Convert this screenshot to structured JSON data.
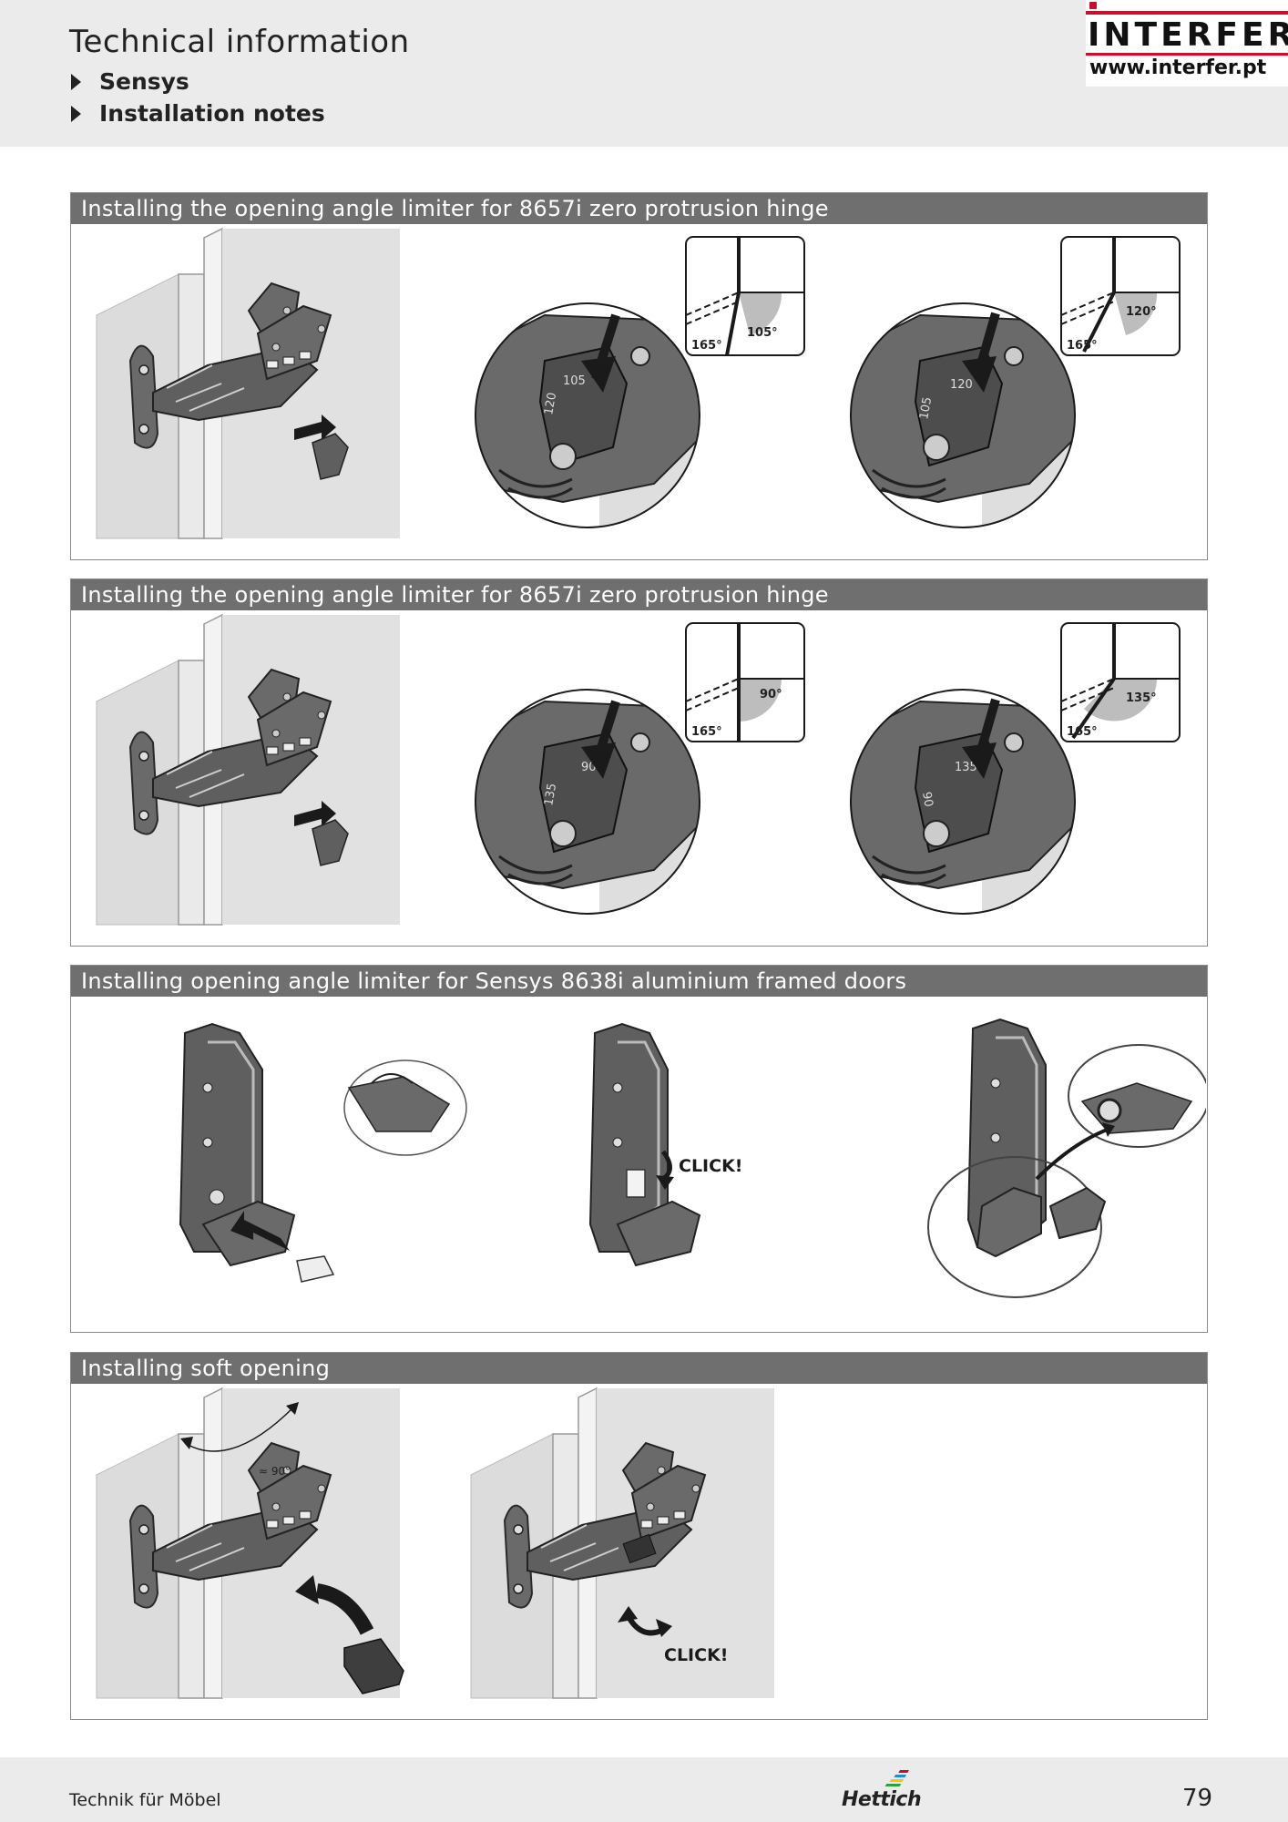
{
  "header": {
    "title": "Technical information",
    "breadcrumb": [
      "Sensys",
      "Installation notes"
    ],
    "logo": {
      "name": "INTERFER",
      "url": "www.interfer.pt"
    }
  },
  "sections": [
    {
      "title": "Installing the opening angle limiter for 8657i zero protrusion hinge",
      "angles_left": {
        "max": "105°",
        "total": "165°",
        "limiter_label_a": "105",
        "limiter_label_b": "120"
      },
      "angles_right": {
        "max": "120°",
        "total": "165°",
        "limiter_label_a": "120",
        "limiter_label_b": "105"
      }
    },
    {
      "title": "Installing the opening angle limiter for 8657i zero protrusion hinge",
      "angles_left": {
        "max": "90°",
        "total": "165°",
        "limiter_label_a": "90",
        "limiter_label_b": "135"
      },
      "angles_right": {
        "max": "135°",
        "total": "165°",
        "limiter_label_a": "135",
        "limiter_label_b": "90"
      }
    },
    {
      "title": "Installing opening angle limiter for Sensys 8638i aluminium framed doors",
      "click_label": "CLICK!"
    },
    {
      "title": "Installing soft opening",
      "approx_angle": "≈ 90°",
      "click_label": "CLICK!"
    }
  ],
  "footer": {
    "text": "Technik für Möbel",
    "brand": "Hettich",
    "page": "79"
  },
  "colors": {
    "header_bg": "#ebebeb",
    "bar_bg": "#6f6f70",
    "logo_red": "#c8102e",
    "hinge_gray": "#5f5f60"
  }
}
